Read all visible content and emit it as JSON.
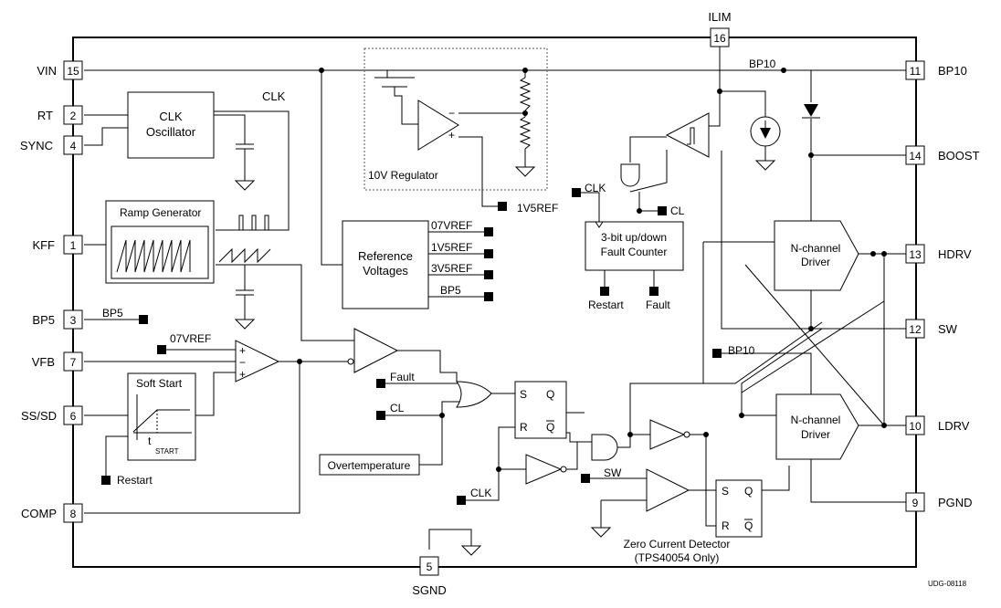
{
  "pins": {
    "vin": {
      "num": "15",
      "name": "VIN"
    },
    "rt": {
      "num": "2",
      "name": "RT"
    },
    "sync": {
      "num": "4",
      "name": "SYNC"
    },
    "kff": {
      "num": "1",
      "name": "KFF"
    },
    "bp5": {
      "num": "3",
      "name": "BP5"
    },
    "vfb": {
      "num": "7",
      "name": "VFB"
    },
    "sssd": {
      "num": "6",
      "name": "SS/SD"
    },
    "comp": {
      "num": "8",
      "name": "COMP"
    },
    "sgnd": {
      "num": "5",
      "name": "SGND"
    },
    "ilim": {
      "num": "16",
      "name": "ILIM"
    },
    "bp10": {
      "num": "11",
      "name": "BP10"
    },
    "boost": {
      "num": "14",
      "name": "BOOST"
    },
    "hdrv": {
      "num": "13",
      "name": "HDRV"
    },
    "sw": {
      "num": "12",
      "name": "SW"
    },
    "ldrv": {
      "num": "10",
      "name": "LDRV"
    },
    "pgnd": {
      "num": "9",
      "name": "PGND"
    }
  },
  "blocks": {
    "clk_osc": [
      "CLK",
      "Oscillator"
    ],
    "ramp": "Ramp Generator",
    "soft_start": "Soft Start",
    "tstart_t": "t",
    "tstart_sub": "START",
    "ref_voltages": [
      "Reference",
      "Voltages"
    ],
    "regulator": "10V Regulator",
    "fault_counter": [
      "3-bit up/down",
      "Fault Counter"
    ],
    "driver_high": [
      "N-channel",
      "Driver"
    ],
    "driver_low": [
      "N-channel",
      "Driver"
    ],
    "overtemp": "Overtemperature",
    "zcd": [
      "Zero Current Detector",
      "(TPS40054 Only)"
    ],
    "sr_high": {
      "s": "S",
      "q": "Q",
      "r": "R",
      "qbar": "Q"
    },
    "sr_low": {
      "s": "S",
      "q": "Q",
      "r": "R",
      "qbar": "Q"
    }
  },
  "signals": {
    "clk_top": "CLK",
    "bp10_line": "BP10",
    "ref_07": "07VREF",
    "ref_1v5": "1V5REF",
    "ref_3v5": "3V5REF",
    "ref_bp5": "BP5",
    "reg_1v5": "1V5REF",
    "fc_clk": "CLK",
    "fc_cl": "CL",
    "fc_restart": "Restart",
    "fc_fault": "Fault",
    "bp5_net": "BP5",
    "vfb_ref": "07VREF",
    "ss_restart": "Restart",
    "or_fault": "Fault",
    "or_cl": "CL",
    "sr_clk": "CLK",
    "zcd_sw": "SW",
    "ldrv_bp10": "BP10",
    "opamp_plus": "+",
    "opamp_minus": "−",
    "opamp_plus2": "+",
    "reg_minus": "−",
    "reg_plus": "+"
  },
  "footer": {
    "code": "UDG-08118"
  }
}
